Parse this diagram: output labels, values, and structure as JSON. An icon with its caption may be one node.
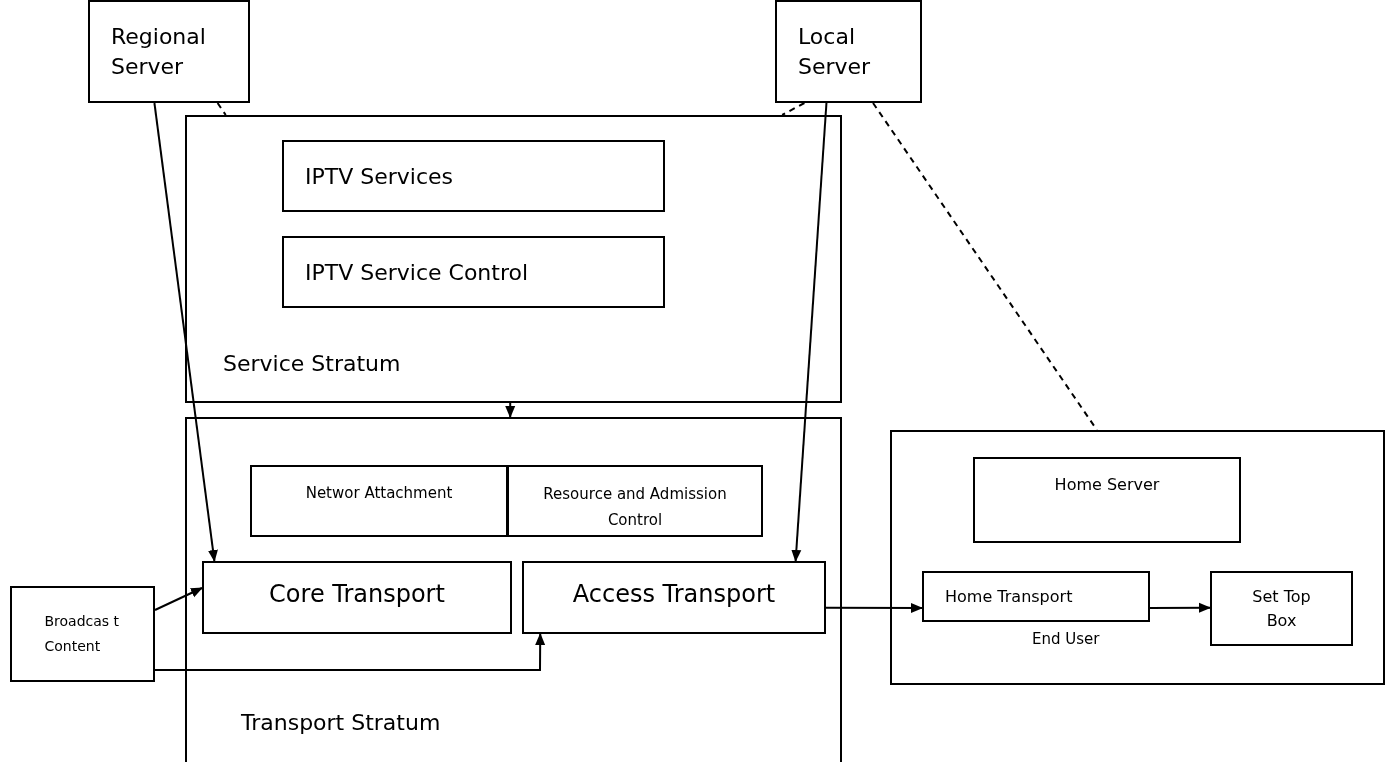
{
  "diagram": {
    "nodes": [
      {
        "text": [
          "Regional Server"
        ]
      },
      {
        "text": [
          "Local Server"
        ]
      },
      {
        "text": [
          "Service Stratum"
        ]
      },
      {
        "text": [
          "IPTV Services"
        ],
        "in": 2
      },
      {
        "text": [
          "IPTV Service Control"
        ],
        "in": 2
      },
      {
        "text": [
          "Transport Stratum"
        ]
      },
      {
        "text": [
          "Networ Attachment"
        ],
        "in": 5
      },
      {
        "text": [
          "Resource and Admission Control"
        ],
        "in": 5
      },
      {
        "text": [
          "Core Transport"
        ],
        "in": 5
      },
      {
        "text": [
          "Access Transport"
        ],
        "in": 5
      },
      {
        "text": [
          "Broadcas t Content"
        ]
      },
      {
        "text": [
          "End User"
        ]
      },
      {
        "text": [
          "Home Server"
        ],
        "in": 11
      },
      {
        "text": [
          "Home Transport"
        ],
        "in": 11
      },
      {
        "text": [
          "Set Top Box"
        ],
        "in": 11
      }
    ],
    "edges": [
      {
        "from": 0,
        "to": 8,
        "arrow": "to"
      },
      {
        "from": 1,
        "to": 9,
        "arrow": "to"
      },
      {
        "from": 0,
        "to": 2,
        "arrow": "none",
        "style": "dashed"
      },
      {
        "from": 1,
        "to": 2,
        "arrow": "none",
        "style": "dashed"
      },
      {
        "from": 1,
        "to": 11,
        "arrow": "none",
        "style": "dashed"
      },
      {
        "from": 2,
        "to": 5,
        "arrow": "to"
      },
      {
        "from": 10,
        "to": 8,
        "arrow": "to"
      },
      {
        "from": 10,
        "to": 9,
        "arrow": "to"
      },
      {
        "from": 9,
        "to": 13,
        "arrow": "to"
      },
      {
        "from": 13,
        "to": 14,
        "arrow": "to"
      }
    ]
  }
}
